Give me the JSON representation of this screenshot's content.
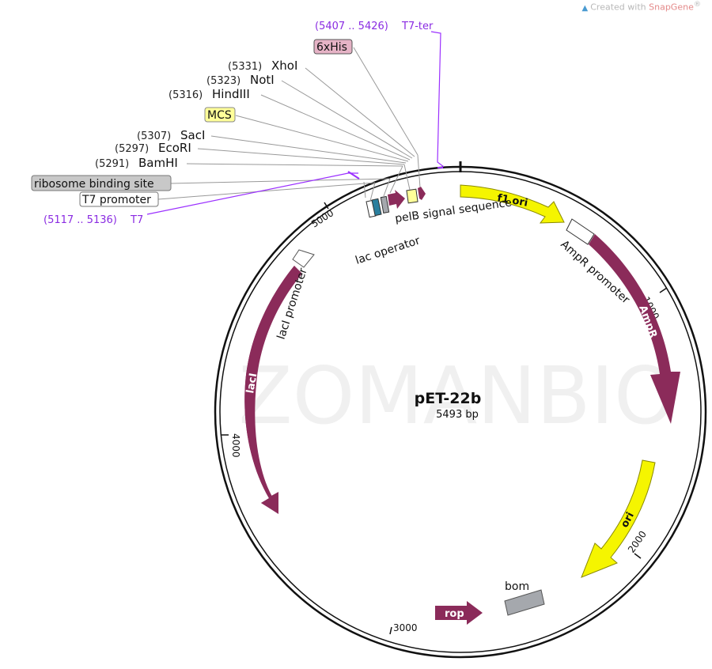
{
  "credit": {
    "prefix": "Created with ",
    "brand": "SnapGene",
    "suffix": "®"
  },
  "plasmid": {
    "name": "pET-22b",
    "length": "5493 bp",
    "watermark": "ZOMANBIO"
  },
  "sites": [
    {
      "pos": "(5331)",
      "name": "XhoI"
    },
    {
      "pos": "(5323)",
      "name": "NotI"
    },
    {
      "pos": "(5316)",
      "name": "HindIII"
    },
    {
      "pos": "(5307)",
      "name": "SacI"
    },
    {
      "pos": "(5297)",
      "name": "EcoRI"
    },
    {
      "pos": "(5291)",
      "name": "BamHI"
    }
  ],
  "boxed_features": {
    "his": "6xHis",
    "mcs": "MCS",
    "rbs": "ribosome binding site",
    "t7p": "T7 promoter"
  },
  "primers": {
    "t7ter": {
      "range": "(5407 .. 5426)",
      "name": "T7-ter"
    },
    "t7": {
      "range": "(5117 .. 5136)",
      "name": "T7"
    }
  },
  "features": {
    "f1ori": "f1 ori",
    "ampr_promoter": "AmpR promoter",
    "ampr": "AmpR",
    "ori": "ori",
    "bom": "bom",
    "rop": "rop",
    "laci": "lacI",
    "laci_promoter": "lacI promoter",
    "lac_operator": "lac operator",
    "pelb": "pelB signal sequence"
  },
  "ticks": [
    "1000",
    "2000",
    "3000",
    "4000",
    "5000"
  ],
  "colors": {
    "feature_maroon": "#8b2b5a",
    "ori_yellow": "#f5f500",
    "bom_gray": "#a5a8ad",
    "primer_purple": "#9b30ff",
    "his_pink": "#e6b3c6",
    "mcs_yellow": "#ffff99"
  }
}
